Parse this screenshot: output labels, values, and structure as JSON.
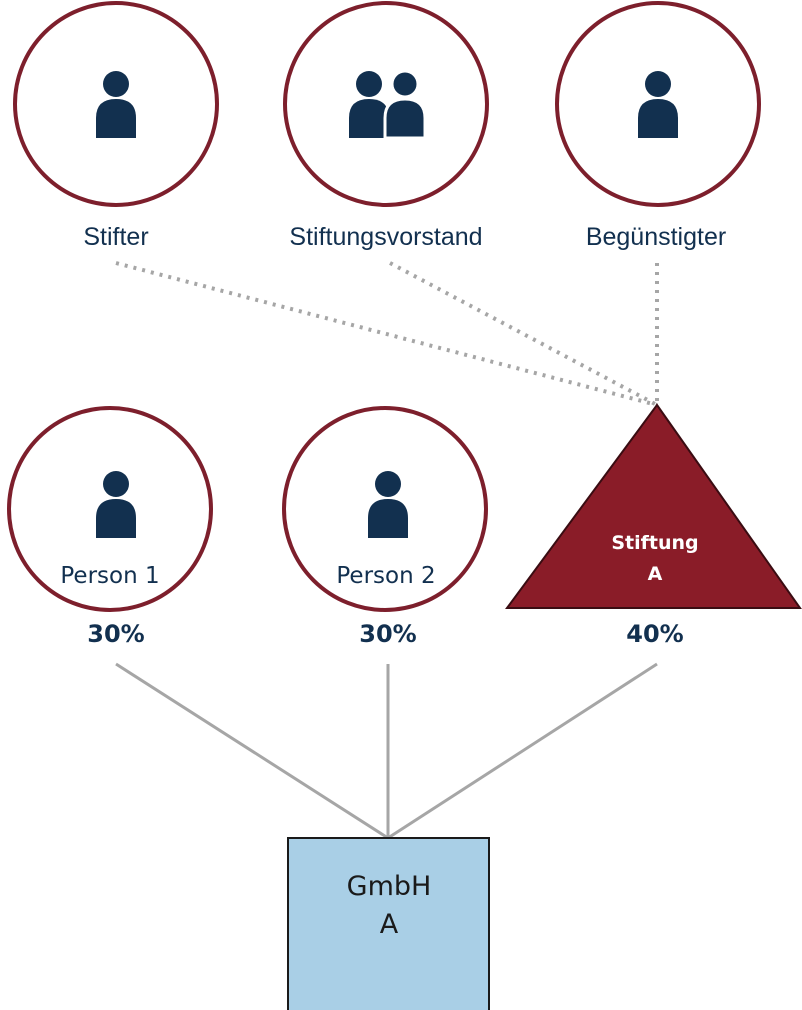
{
  "colors": {
    "circle_stroke": "#7d1f2c",
    "person_icon": "#12304f",
    "triangle_fill": "#8a1c28",
    "box_fill": "#a9cfe6",
    "box_stroke": "#1a1a1a",
    "solid_line": "#a6a6a6",
    "dotted_line": "#a6a6a6",
    "text_dark": "#12304f"
  },
  "top_roles": [
    {
      "label": "Stifter",
      "icon": "person-icon"
    },
    {
      "label": "Stiftungsvorstand",
      "icon": "people-group-icon"
    },
    {
      "label": "Begünstigter",
      "icon": "person-icon"
    }
  ],
  "shareholders": [
    {
      "label": "Person 1",
      "share": "30%",
      "icon": "person-icon"
    },
    {
      "label": "Person 2",
      "share": "30%",
      "icon": "person-icon"
    }
  ],
  "foundation": {
    "line1": "Stiftung",
    "line2": "A",
    "share": "40%"
  },
  "company": {
    "line1": "GmbH",
    "line2": "A"
  }
}
